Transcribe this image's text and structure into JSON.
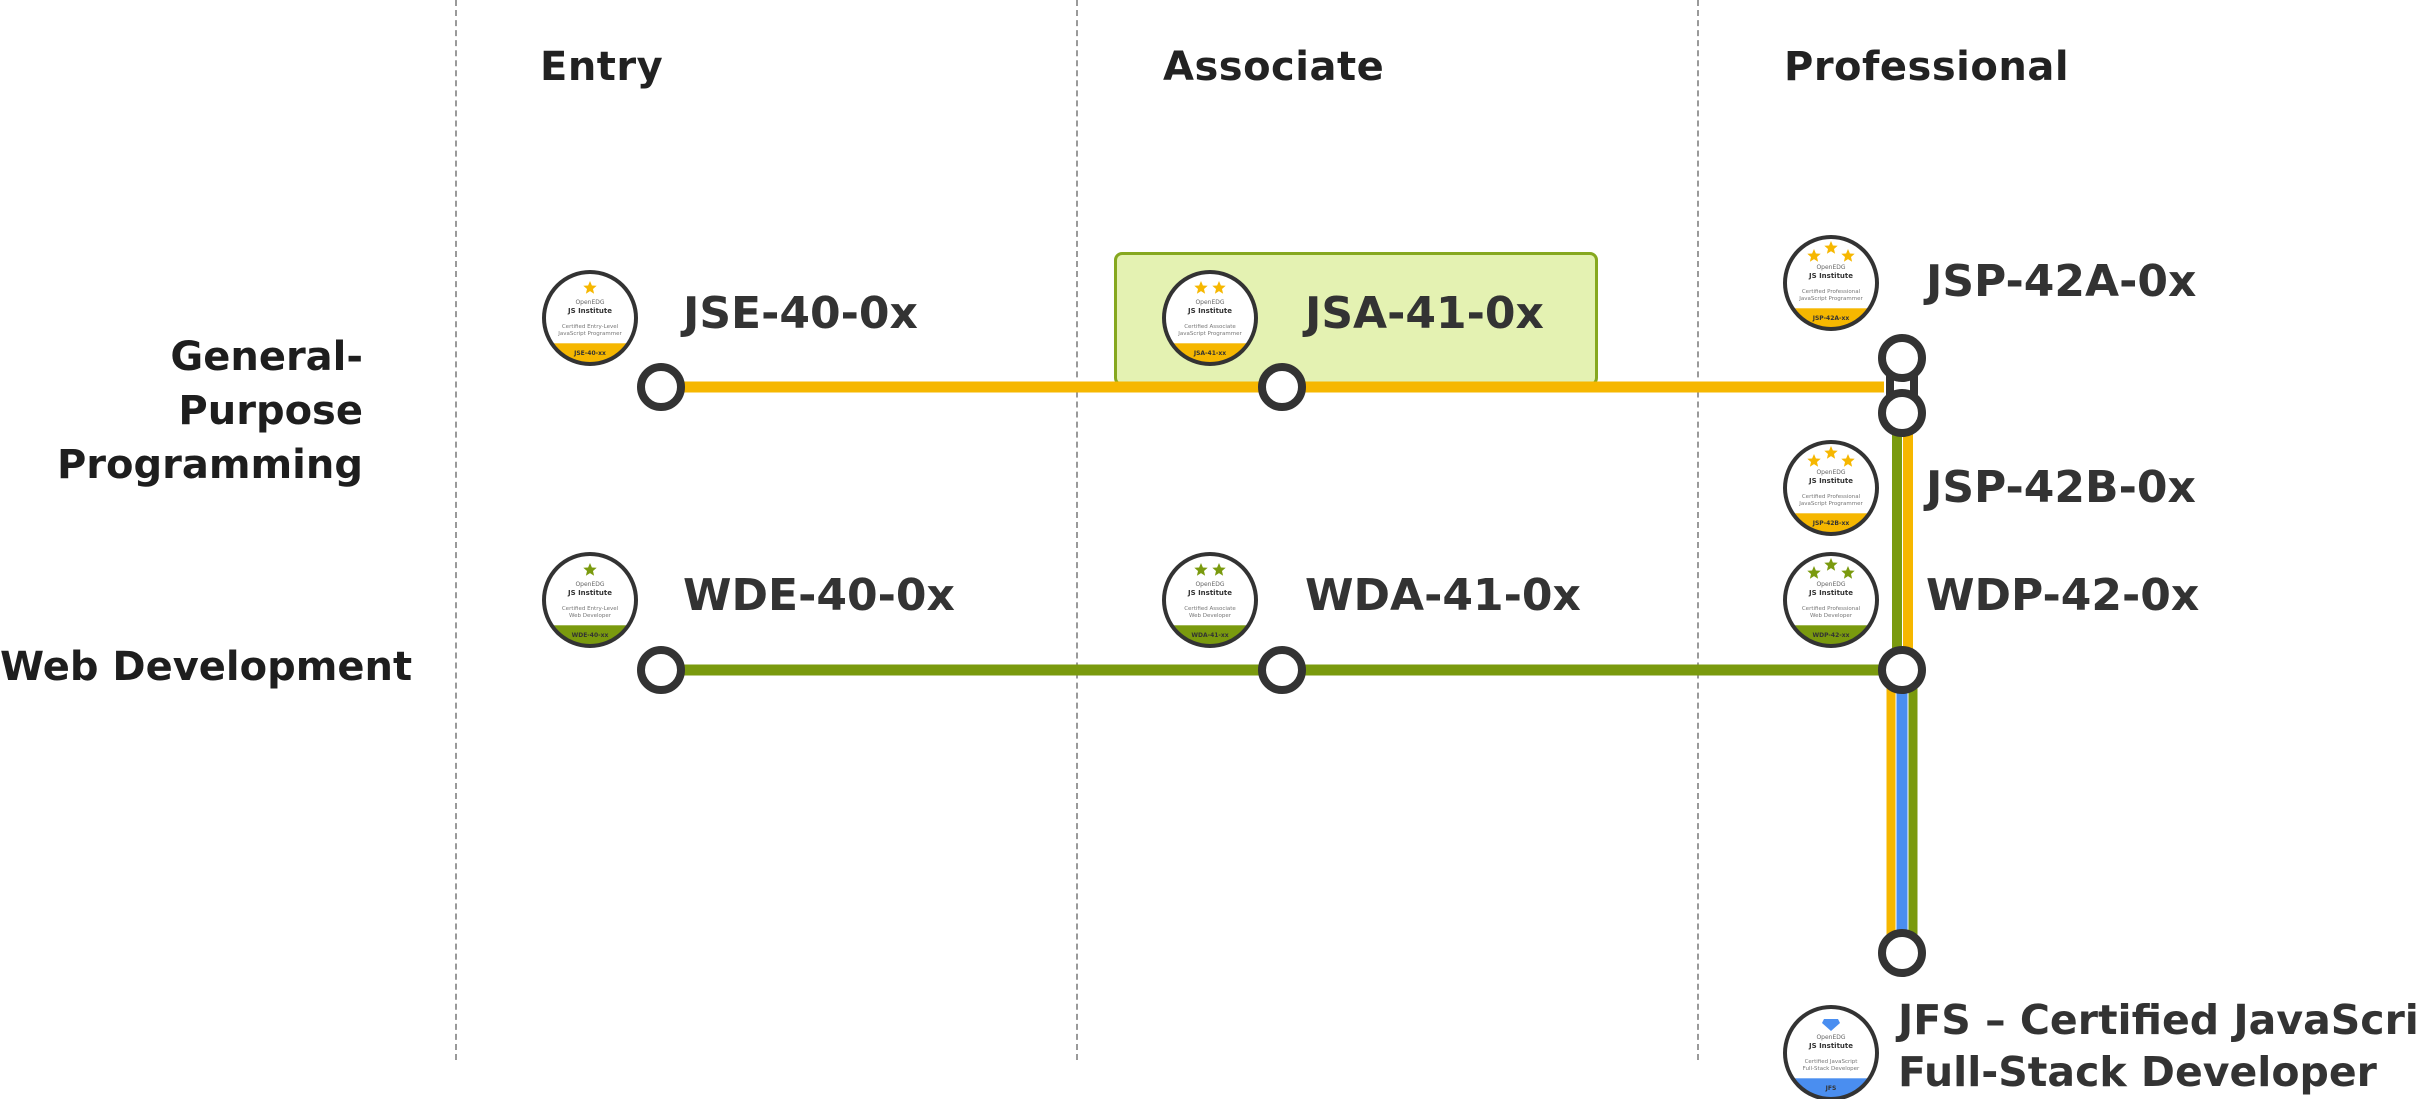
{
  "columns": [
    "Entry",
    "Associate",
    "Professional"
  ],
  "tracks": {
    "general_purpose": [
      "General-Purpose",
      "Programming"
    ],
    "web": "Web Development"
  },
  "certs": {
    "jse": "JSE-40-0x",
    "jsa": "JSA-41-0x",
    "jspa": "JSP-42A-0x",
    "jspb": "JSP-42B-0x",
    "wde": "WDE-40-0x",
    "wda": "WDA-41-0x",
    "wdp": "WDP-42-0x",
    "jfs": [
      "JFS – Certified JavaScript",
      "Full-Stack Developer"
    ]
  },
  "badges": {
    "jse": {
      "org1": "OpenEDG",
      "org2": "JS Institute",
      "desc1": "Certified Entry-Level",
      "desc2": "JavaScript Programmer",
      "code": "JSE-40-xx",
      "stars": 1,
      "color": "#f6b700"
    },
    "jsa": {
      "org1": "OpenEDG",
      "org2": "JS Institute",
      "desc1": "Certified Associate",
      "desc2": "JavaScript Programmer",
      "code": "JSA-41-xx",
      "stars": 2,
      "color": "#f6b700"
    },
    "jspa": {
      "org1": "OpenEDG",
      "org2": "JS Institute",
      "desc1": "Certified Professional",
      "desc2": "JavaScript Programmer",
      "code": "JSP-42A-xx",
      "stars": 3,
      "color": "#f6b700"
    },
    "jspb": {
      "org1": "OpenEDG",
      "org2": "JS Institute",
      "desc1": "Certified Professional",
      "desc2": "JavaScript Programmer",
      "code": "JSP-42B-xx",
      "stars": 3,
      "color": "#f6b700"
    },
    "wde": {
      "org1": "OpenEDG",
      "org2": "JS Institute",
      "desc1": "Certified Entry-Level",
      "desc2": "Web Developer",
      "code": "WDE-40-xx",
      "stars": 1,
      "color": "#7a9a0e"
    },
    "wda": {
      "org1": "OpenEDG",
      "org2": "JS Institute",
      "desc1": "Certified Associate",
      "desc2": "Web Developer",
      "code": "WDA-41-xx",
      "stars": 2,
      "color": "#7a9a0e"
    },
    "wdp": {
      "org1": "OpenEDG",
      "org2": "JS Institute",
      "desc1": "Certified Professional",
      "desc2": "Web Developer",
      "code": "WDP-42-xx",
      "stars": 3,
      "color": "#7a9a0e"
    },
    "jfs": {
      "org1": "OpenEDG",
      "org2": "JS Institute",
      "desc1": "Certified JavaScript",
      "desc2": "Full-Stack Developer",
      "code": "JFS",
      "stars": 0,
      "color": "#4a8ef0"
    }
  },
  "colors": {
    "general_line": "#f6b700",
    "web_line": "#7a9a0e",
    "jfs_line": "#4a8ef0",
    "node": "#333333",
    "highlight": "#e4f2b2"
  }
}
